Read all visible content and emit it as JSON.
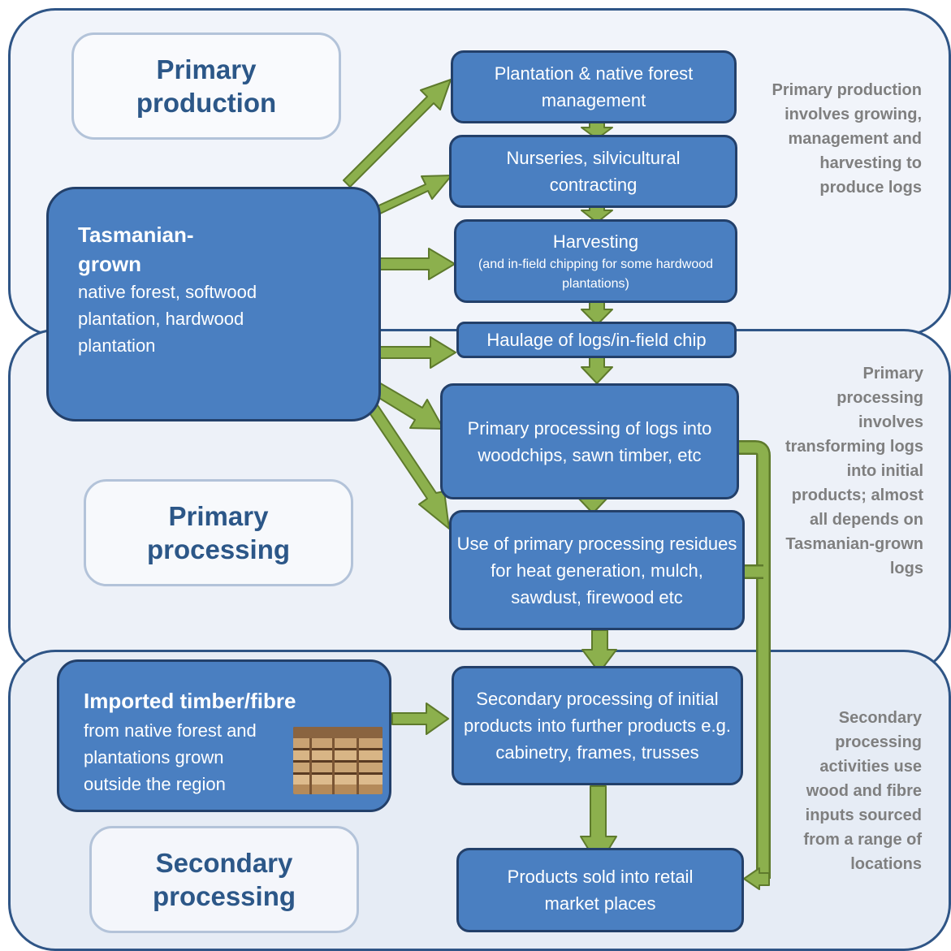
{
  "colors": {
    "panel_border": "#2f5586",
    "box_fill": "#4a7fc1",
    "box_border": "#23406a",
    "arrow_fill": "#8cb04d",
    "arrow_stroke": "#5e7a2c",
    "heading_text": "#2c5788",
    "note_text": "#7f7f7f"
  },
  "stages": {
    "primary_production": "Primary production",
    "primary_processing": "Primary processing",
    "secondary_processing": "Secondary processing"
  },
  "sources": {
    "tasmanian": {
      "title": "Tasmanian-grown",
      "description": "native forest, softwood plantation, hardwood plantation"
    },
    "imported": {
      "title": "Imported timber/fibre",
      "description": "from native forest and plantations grown outside the region",
      "image_icon": "timber-stack-photo"
    }
  },
  "flow_steps": {
    "management": "Plantation & native forest management",
    "nurseries": "Nurseries, silvicultural contracting",
    "harvesting": "Harvesting",
    "harvesting_note": "(and in-field chipping for some hardwood plantations)",
    "haulage": "Haulage of logs/in-field chip",
    "primary_processing": "Primary processing of logs into woodchips, sawn timber, etc",
    "residues": "Use of primary processing residues for heat generation, mulch, sawdust, firewood etc",
    "secondary_processing": "Secondary processing of initial products into further products e.g. cabinetry, frames, trusses",
    "retail": "Products sold into retail market places"
  },
  "notes": {
    "primary_production": "Primary production involves growing, management and harvesting to produce logs",
    "primary_processing": "Primary processing involves transforming logs into initial products; almost all depends on Tasmanian-grown logs",
    "secondary_processing": "Secondary processing activities use wood and fibre inputs sourced from a range of locations"
  }
}
